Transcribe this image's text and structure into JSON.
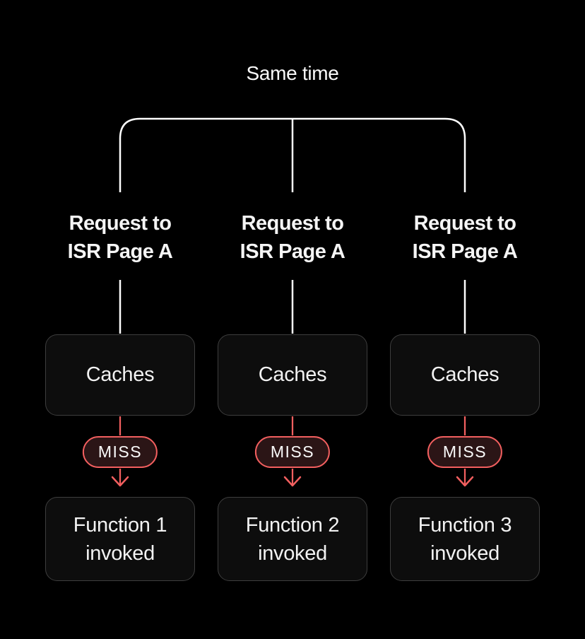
{
  "title": "Same time",
  "colors": {
    "background": "#000000",
    "connector_white": "#ffffff",
    "connector_red": "#f25f5f",
    "box_background": "#0d0d0d",
    "box_border": "#3e3e3e",
    "badge_background": "#2b1516",
    "badge_border": "#f25f5f",
    "text": "#f5f5f5"
  },
  "columns": [
    {
      "request_line1": "Request to",
      "request_line2": "ISR Page A",
      "cache_label": "Caches",
      "status_label": "MISS",
      "function_line1": "Function 1",
      "function_line2": "invoked"
    },
    {
      "request_line1": "Request to",
      "request_line2": "ISR Page A",
      "cache_label": "Caches",
      "status_label": "MISS",
      "function_line1": "Function 2",
      "function_line2": "invoked"
    },
    {
      "request_line1": "Request to",
      "request_line2": "ISR Page A",
      "cache_label": "Caches",
      "status_label": "MISS",
      "function_line1": "Function 3",
      "function_line2": "invoked"
    }
  ]
}
